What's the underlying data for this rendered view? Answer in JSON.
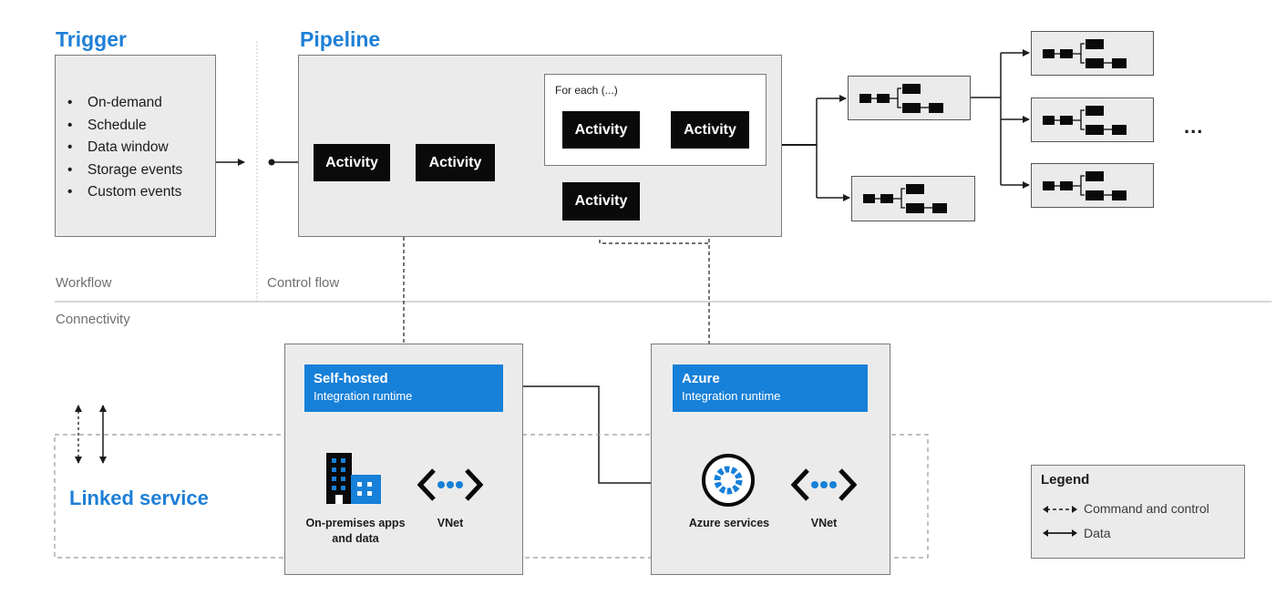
{
  "sections": {
    "trigger": "Trigger",
    "pipeline": "Pipeline",
    "linked_service": "Linked service"
  },
  "zones": {
    "workflow": "Workflow",
    "control_flow": "Control flow",
    "connectivity": "Connectivity"
  },
  "trigger_items": [
    "On-demand",
    "Schedule",
    "Data window",
    "Storage events",
    "Custom events"
  ],
  "pipeline": {
    "activity_label": "Activity",
    "foreach_label": "For each (...)"
  },
  "runtimes": {
    "self_hosted": {
      "name": "Self-hosted",
      "subtitle": "Integration runtime"
    },
    "azure": {
      "name": "Azure",
      "subtitle": "Integration runtime"
    }
  },
  "services": {
    "on_premises": "On-premises apps and data",
    "vnet_1": "VNet",
    "azure_services": "Azure services",
    "vnet_2": "VNet"
  },
  "ellipsis": "...",
  "legend": {
    "title": "Legend",
    "command_and_control": "Command and control",
    "data": "Data"
  },
  "colors": {
    "accent_blue": "#1e7fd6",
    "runtime_blue": "#1780d8",
    "box_gray": "#ebebeb",
    "activity_black": "#0a0a0a"
  },
  "icons": [
    "building-icon",
    "vnet-icon",
    "azure-services-icon",
    "arrow-icon",
    "dashed-arrow-icon"
  ]
}
